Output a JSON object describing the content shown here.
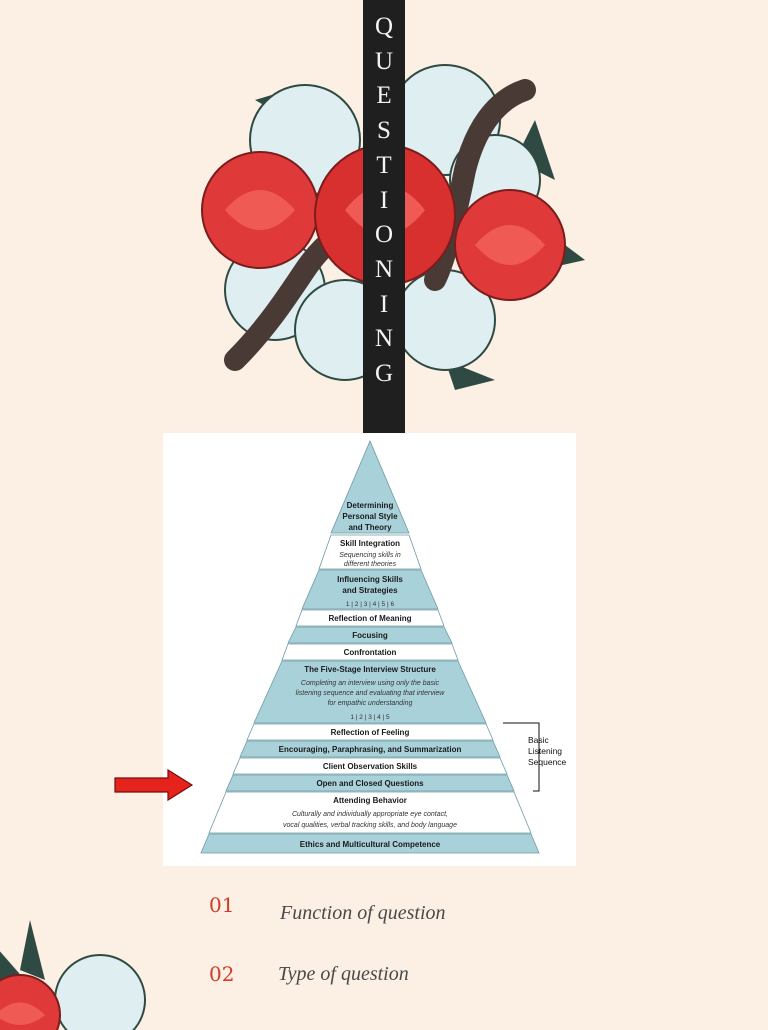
{
  "banner": {
    "letters": [
      "Q",
      "U",
      "E",
      "S",
      "T",
      "I",
      "O",
      "N",
      "I",
      "N",
      "G"
    ]
  },
  "pyramid": {
    "levels": {
      "top_l1": "Determining",
      "top_l2": "Personal Style",
      "top_l3": "and Theory",
      "skill_title": "Skill Integration",
      "skill_sub1": "Sequencing skills in",
      "skill_sub2": "different theories",
      "influ_l1": "Influencing Skills",
      "influ_l2": "and Strategies",
      "influ_seq": "1 | 2 | 3 | 4 | 5 | 6",
      "meaning": "Reflection of Meaning",
      "focusing": "Focusing",
      "confrontation": "Confrontation",
      "five_title": "The Five-Stage Interview Structure",
      "five_sub1": "Completing an interview using only the basic",
      "five_sub2": "listening sequence and evaluating that interview",
      "five_sub3": "for empathic understanding",
      "five_seq": "1 | 2 | 3 | 4 | 5",
      "feeling": "Reflection of Feeling",
      "encouraging": "Encouraging, Paraphrasing, and Summarization",
      "observation": "Client Observation Skills",
      "questions": "Open and Closed Questions",
      "attending": "Attending Behavior",
      "attending_sub1": "Culturally and individually appropriate eye contact,",
      "attending_sub2": "vocal qualities, verbal tracking skills, and body language",
      "ethics": "Ethics and Multicultural Competence"
    },
    "bracket_label": [
      "Basic",
      "Listening",
      "Sequence"
    ]
  },
  "toc": [
    {
      "num": "01",
      "label": "Function of question"
    },
    {
      "num": "02",
      "label": "Type of question"
    }
  ],
  "colors": {
    "background": "#fcefe3",
    "banner": "#1f1f1f",
    "pyramid_fill": "#a9d1da",
    "accent_red": "#d23a2a"
  }
}
